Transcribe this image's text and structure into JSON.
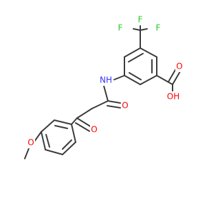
{
  "molecule": {
    "atoms": [
      {
        "id": "F1",
        "symbol": "F",
        "color": "#22cc22"
      },
      {
        "id": "F2",
        "symbol": "F",
        "color": "#22cc22"
      },
      {
        "id": "F3",
        "symbol": "F",
        "color": "#22cc22"
      },
      {
        "id": "O_acid_carbonyl",
        "symbol": "O",
        "color": "#ff0000"
      },
      {
        "id": "OH_acid",
        "symbol": "OH",
        "color": "#ff0000"
      },
      {
        "id": "NH_amide",
        "symbol": "NH",
        "color": "#3333ff"
      },
      {
        "id": "O_amide",
        "symbol": "O",
        "color": "#ff0000"
      },
      {
        "id": "O_ketone",
        "symbol": "O",
        "color": "#ff0000"
      },
      {
        "id": "O_methoxy",
        "symbol": "O",
        "color": "#ff0000"
      }
    ],
    "bond_color": "#3a3a3a"
  }
}
